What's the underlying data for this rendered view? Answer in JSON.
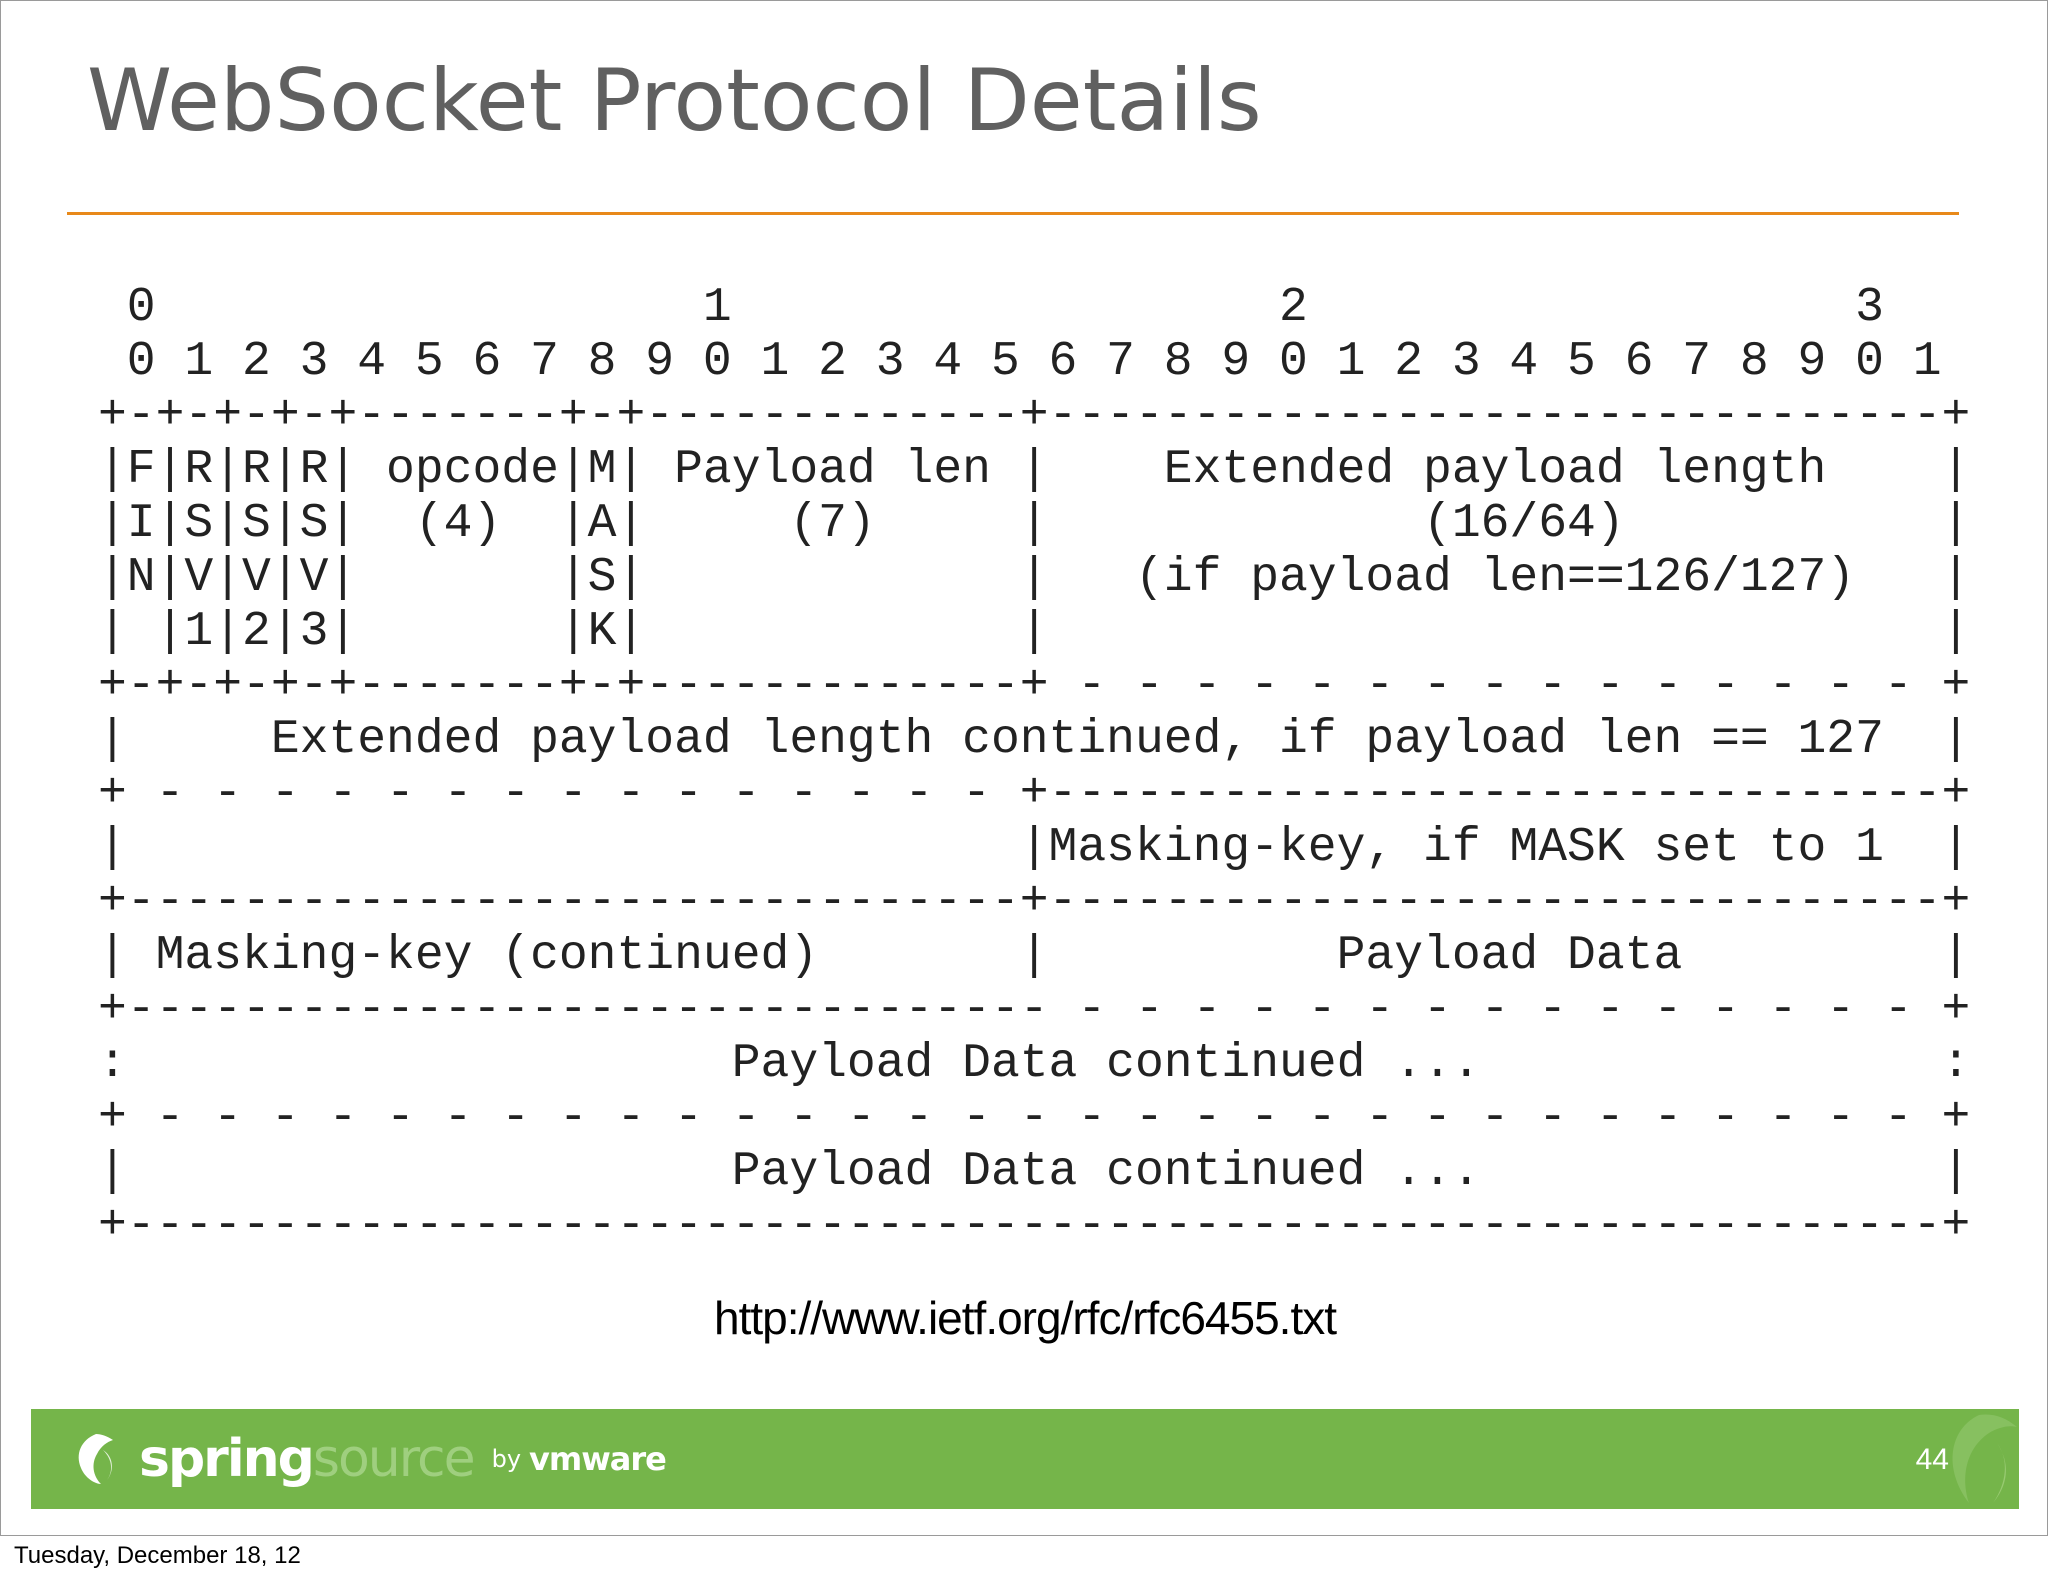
{
  "slide": {
    "title": "WebSocket Protocol Details",
    "diagram_lines": [
      " 0                   1                   2                   3",
      " 0 1 2 3 4 5 6 7 8 9 0 1 2 3 4 5 6 7 8 9 0 1 2 3 4 5 6 7 8 9 0 1",
      "+-+-+-+-+-------+-+-------------+-------------------------------+",
      "|F|R|R|R| opcode|M| Payload len |    Extended payload length    |",
      "|I|S|S|S|  (4)  |A|     (7)     |             (16/64)           |",
      "|N|V|V|V|       |S|             |   (if payload len==126/127)   |",
      "| |1|2|3|       |K|             |                               |",
      "+-+-+-+-+-------+-+-------------+ - - - - - - - - - - - - - - - +",
      "|     Extended payload length continued, if payload len == 127  |",
      "+ - - - - - - - - - - - - - - - +-------------------------------+",
      "|                               |Masking-key, if MASK set to 1  |",
      "+-------------------------------+-------------------------------+",
      "| Masking-key (continued)       |          Payload Data         |",
      "+-------------------------------- - - - - - - - - - - - - - - - +",
      ":                     Payload Data continued ...                :",
      "+ - - - - - - - - - - - - - - - - - - - - - - - - - - - - - - - +",
      "|                     Payload Data continued ...                |",
      "+---------------------------------------------------------------+"
    ],
    "source_url": "http://www.ietf.org/rfc/rfc6455.txt",
    "footer": {
      "logo_spring": "spring",
      "logo_source": "source",
      "logo_by": "by",
      "logo_vmware": "vmware",
      "page_number": "44"
    }
  },
  "date_caption": "Tuesday, December 18, 12",
  "colors": {
    "title": "#606060",
    "accent_rule": "#e8891a",
    "footer_bar": "#75b54a"
  }
}
